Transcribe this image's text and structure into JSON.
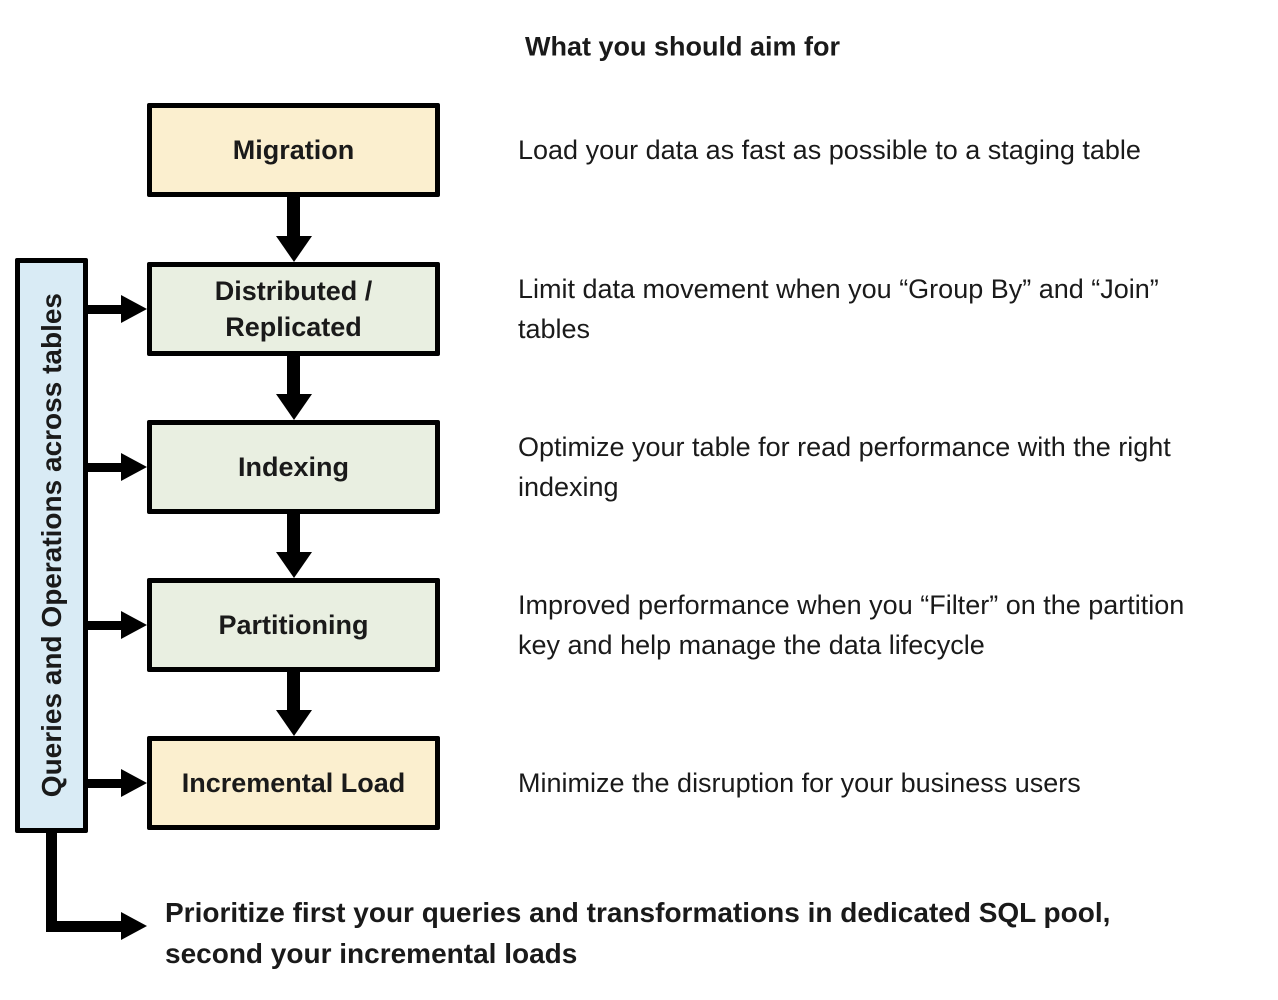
{
  "header": {
    "title": "What you should aim for"
  },
  "sidebar": {
    "label": "Queries and Operations across tables"
  },
  "flow": {
    "boxes": [
      {
        "label": "Migration",
        "style": "yellow",
        "description": "Load your data as fast as possible to a staging table"
      },
      {
        "label": "Distributed / Replicated",
        "style": "green",
        "description": "Limit data movement when you “Group By” and “Join” tables"
      },
      {
        "label": "Indexing",
        "style": "green",
        "description": "Optimize your table for read performance with the right indexing"
      },
      {
        "label": "Partitioning",
        "style": "green",
        "description": "Improved performance when you “Filter” on the partition key and help manage the data lifecycle"
      },
      {
        "label": "Incremental Load",
        "style": "yellow",
        "description": "Minimize the disruption for your business users"
      }
    ]
  },
  "footer": {
    "lines": [
      "Prioritize first your queries and transformations in dedicated SQL pool,",
      "second your incremental loads"
    ]
  },
  "colors": {
    "yellow": "#FBEFCF",
    "green": "#E9EFE1",
    "blue": "#D9EBF5",
    "line": "#000000"
  }
}
